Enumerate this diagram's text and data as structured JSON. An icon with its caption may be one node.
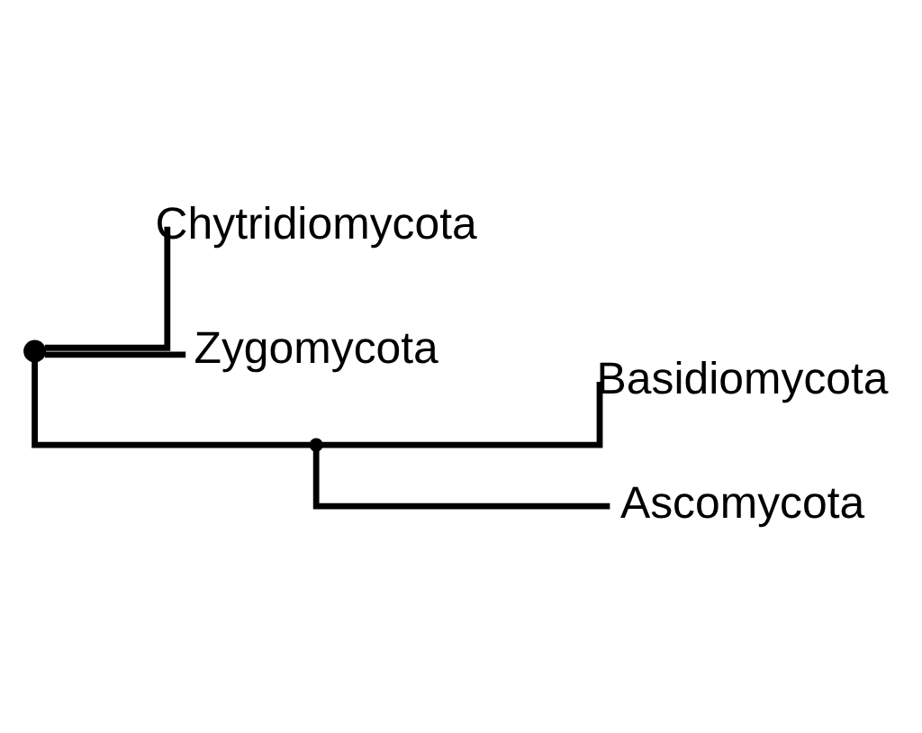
{
  "diagram": {
    "nodes": [
      {
        "text": [],
        "shape": "circle"
      },
      {
        "text": [
          "Chytridiomycota"
        ]
      },
      {
        "text": [
          "Zygomycota"
        ]
      },
      {
        "text": [],
        "shape": "point"
      },
      {
        "text": [
          "Basidiomycota"
        ]
      },
      {
        "text": [
          "Ascomycota"
        ]
      }
    ],
    "edges": [
      {
        "from": 0,
        "to": 1,
        "arrow": "none"
      },
      {
        "from": 0,
        "to": 2,
        "arrow": "none"
      },
      {
        "from": 0,
        "to": 3,
        "arrow": "none"
      },
      {
        "from": 3,
        "to": 4,
        "arrow": "none"
      },
      {
        "from": 3,
        "to": 5,
        "arrow": "none"
      }
    ]
  }
}
